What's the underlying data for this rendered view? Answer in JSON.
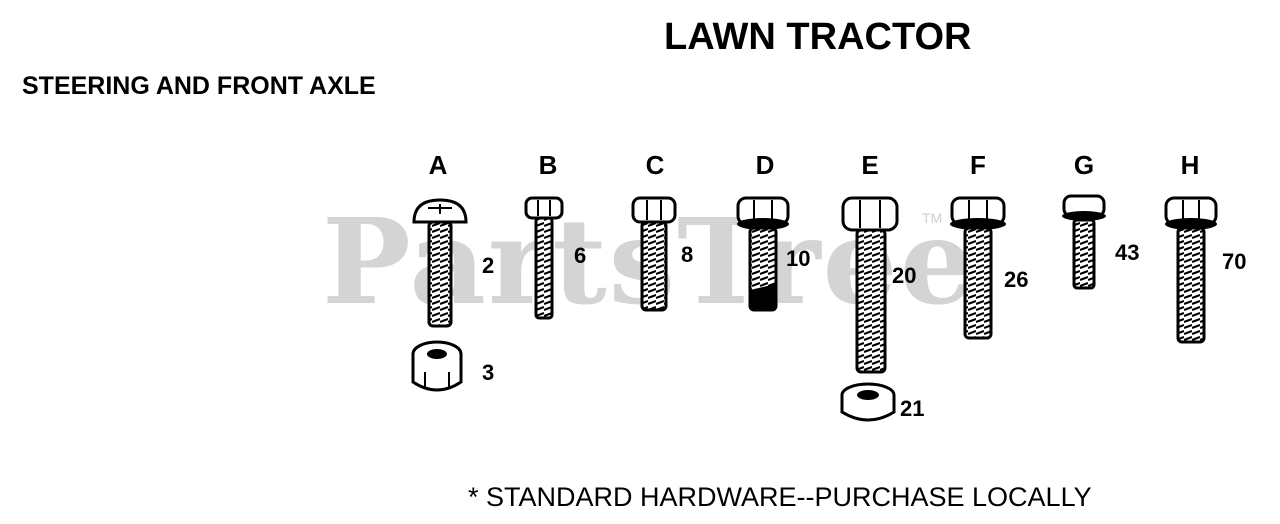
{
  "title": "LAWN TRACTOR",
  "subtitle": "STEERING AND FRONT AXLE",
  "footer": "* STANDARD HARDWARE--PURCHASE LOCALLY",
  "watermark": "PartsTree",
  "watermark_tm": "TM",
  "letters": [
    "A",
    "B",
    "C",
    "D",
    "E",
    "F",
    "G",
    "H"
  ],
  "callouts": [
    "2",
    "3",
    "6",
    "8",
    "10",
    "20",
    "21",
    "26",
    "43",
    "70"
  ]
}
